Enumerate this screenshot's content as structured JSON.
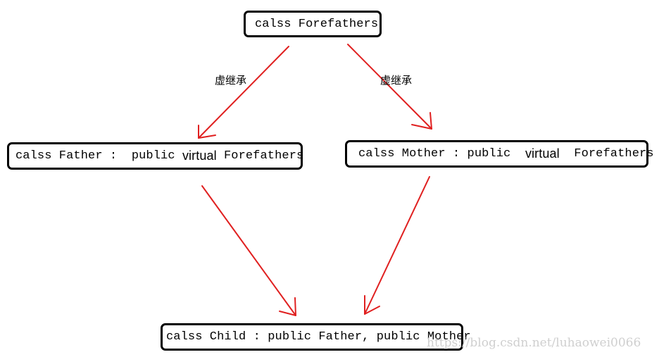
{
  "nodes": {
    "forefathers": {
      "text": "calss Forefathers"
    },
    "father": {
      "text_pre": "calss Father :  public ",
      "keyword": "virtual",
      "text_post": " Forefathers"
    },
    "mother": {
      "text_pre": "calss Mother : public  ",
      "keyword": "virtual",
      "text_post": "  Forefathers"
    },
    "child": {
      "text": "calss Child : public Father, public Mother"
    }
  },
  "edges": [
    {
      "from": "forefathers",
      "to": "father",
      "label": "虚继承"
    },
    {
      "from": "forefathers",
      "to": "mother",
      "label": "虚继承"
    },
    {
      "from": "father",
      "to": "child",
      "label": ""
    },
    {
      "from": "mother",
      "to": "child",
      "label": ""
    }
  ],
  "watermark": "https://blog.csdn.net/luhaowei0066",
  "colors": {
    "arrow": "#e02020",
    "border": "#000000"
  }
}
